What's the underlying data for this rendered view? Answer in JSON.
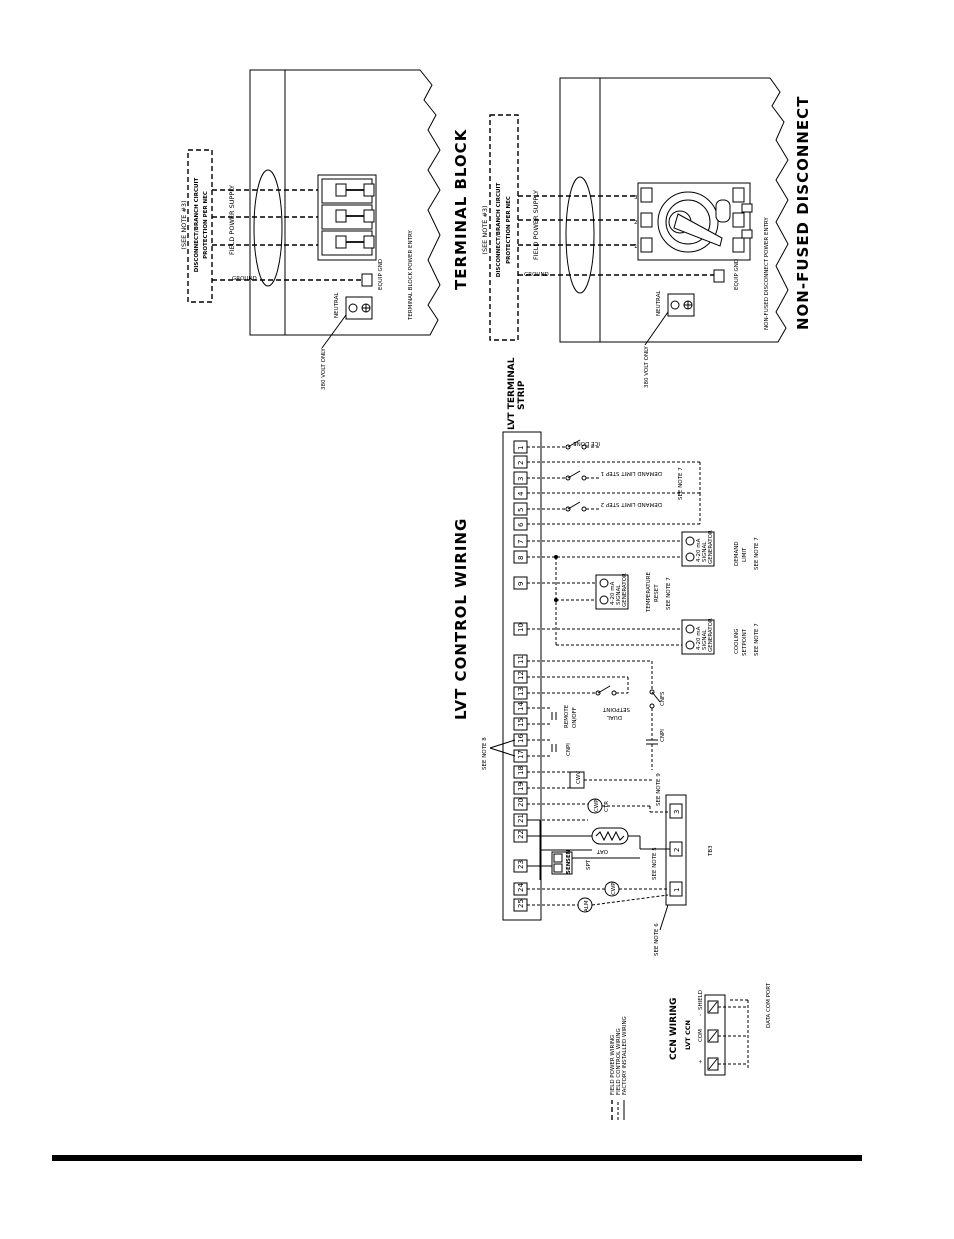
{
  "terminal_block": {
    "title": "TERMINAL BLOCK",
    "note": "(SEE NOTE #3)",
    "disconnect_l1": "DISCONNECT/BRANCH CIRCUIT",
    "disconnect_l2": "PROTECTION PER NEC",
    "field_power_supply": "FIELD POWER SUPPLY",
    "ground": "GROUND",
    "equip_gnd": "EQUIP GND",
    "neutral": "NEUTRAL",
    "volt_only": "380 VOLT ONLY",
    "entry": "TERMINAL BLOCK POWER ENTRY"
  },
  "non_fused": {
    "title": "NON-FUSED DISCONNECT",
    "note": "(SEE NOTE #3)",
    "disconnect_l1": "DISCONNECT/BRANCH CIRCUIT",
    "disconnect_l2": "PROTECTION PER NEC",
    "field_power_supply": "FIELD POWER SUPPLY",
    "ground": "GROUND",
    "equip_gnd": "EQUIP GND",
    "neutral": "NEUTRAL",
    "volt_only": "380 VOLT ONLY",
    "entry": "NON-FUSED DISCONNECT POWER ENTRY",
    "phase_labels": [
      "1",
      "2",
      "3"
    ]
  },
  "lvt": {
    "title": "LVT CONTROL WIRING",
    "strip_label_l1": "LVT TERMINAL",
    "strip_label_l2": "STRIP",
    "terminals": [
      "1",
      "2",
      "3",
      "4",
      "5",
      "6",
      "7",
      "8",
      "9",
      "10",
      "11",
      "12",
      "13",
      "14",
      "15",
      "16",
      "17",
      "18",
      "19",
      "20",
      "21",
      "22",
      "23",
      "24",
      "25"
    ],
    "ice_done": "ICE DONE",
    "demand_limit_1": "DEMAND LIMIT STEP 1",
    "demand_limit_2": "DEMAND LIMIT STEP 2",
    "see_note_7": "SEE NOTE 7",
    "gen_text_l1": "4-20 mA",
    "gen_text_l2": "SIGNAL",
    "gen_text_l3": "GENERATOR",
    "demand_limit_label_l1": "DEMAND",
    "demand_limit_label_l2": "LIMIT",
    "temp_reset_l1": "TEMPERATURE",
    "temp_reset_l2": "RESET",
    "cooling_l1": "COOLING",
    "cooling_l2": "SETPOINT",
    "dual_setpoint_l1": "DUAL",
    "dual_setpoint_l2": "SETPOINT",
    "remote_l1": "REMOTE",
    "remote_l2": "ON/OFF",
    "cnfs": "CNFS",
    "cnpi": "CNPI",
    "cnpi2": "CNPI",
    "see_note_8": "SEE NOTE 8",
    "see_note_9": "SEE NOTE 9",
    "see_note_5": "SEE NOTE 5",
    "see_note_6": "SEE NOTE 6",
    "cwv": "CWV",
    "cwp": "CWP",
    "cwp_ctr": "CTR",
    "oat": "OAT",
    "spt": "SPT",
    "sen": "SEN",
    "sen2": "SEN",
    "cwp2": "CWP",
    "alm": "ALM",
    "tb3": "TB3",
    "tb3_terms": [
      "3",
      "2",
      "1"
    ]
  },
  "ccn": {
    "title": "CCN WIRING",
    "sub": "LVT CCN",
    "terms": [
      "+",
      "COM",
      "-",
      "SHIELD"
    ],
    "port": "DATA COM PORT"
  },
  "legend": {
    "items": [
      "FIELD POWER WIRING",
      "FIELD CONTROL WIRING",
      "FACTORY INSTALLED WIRING"
    ]
  }
}
